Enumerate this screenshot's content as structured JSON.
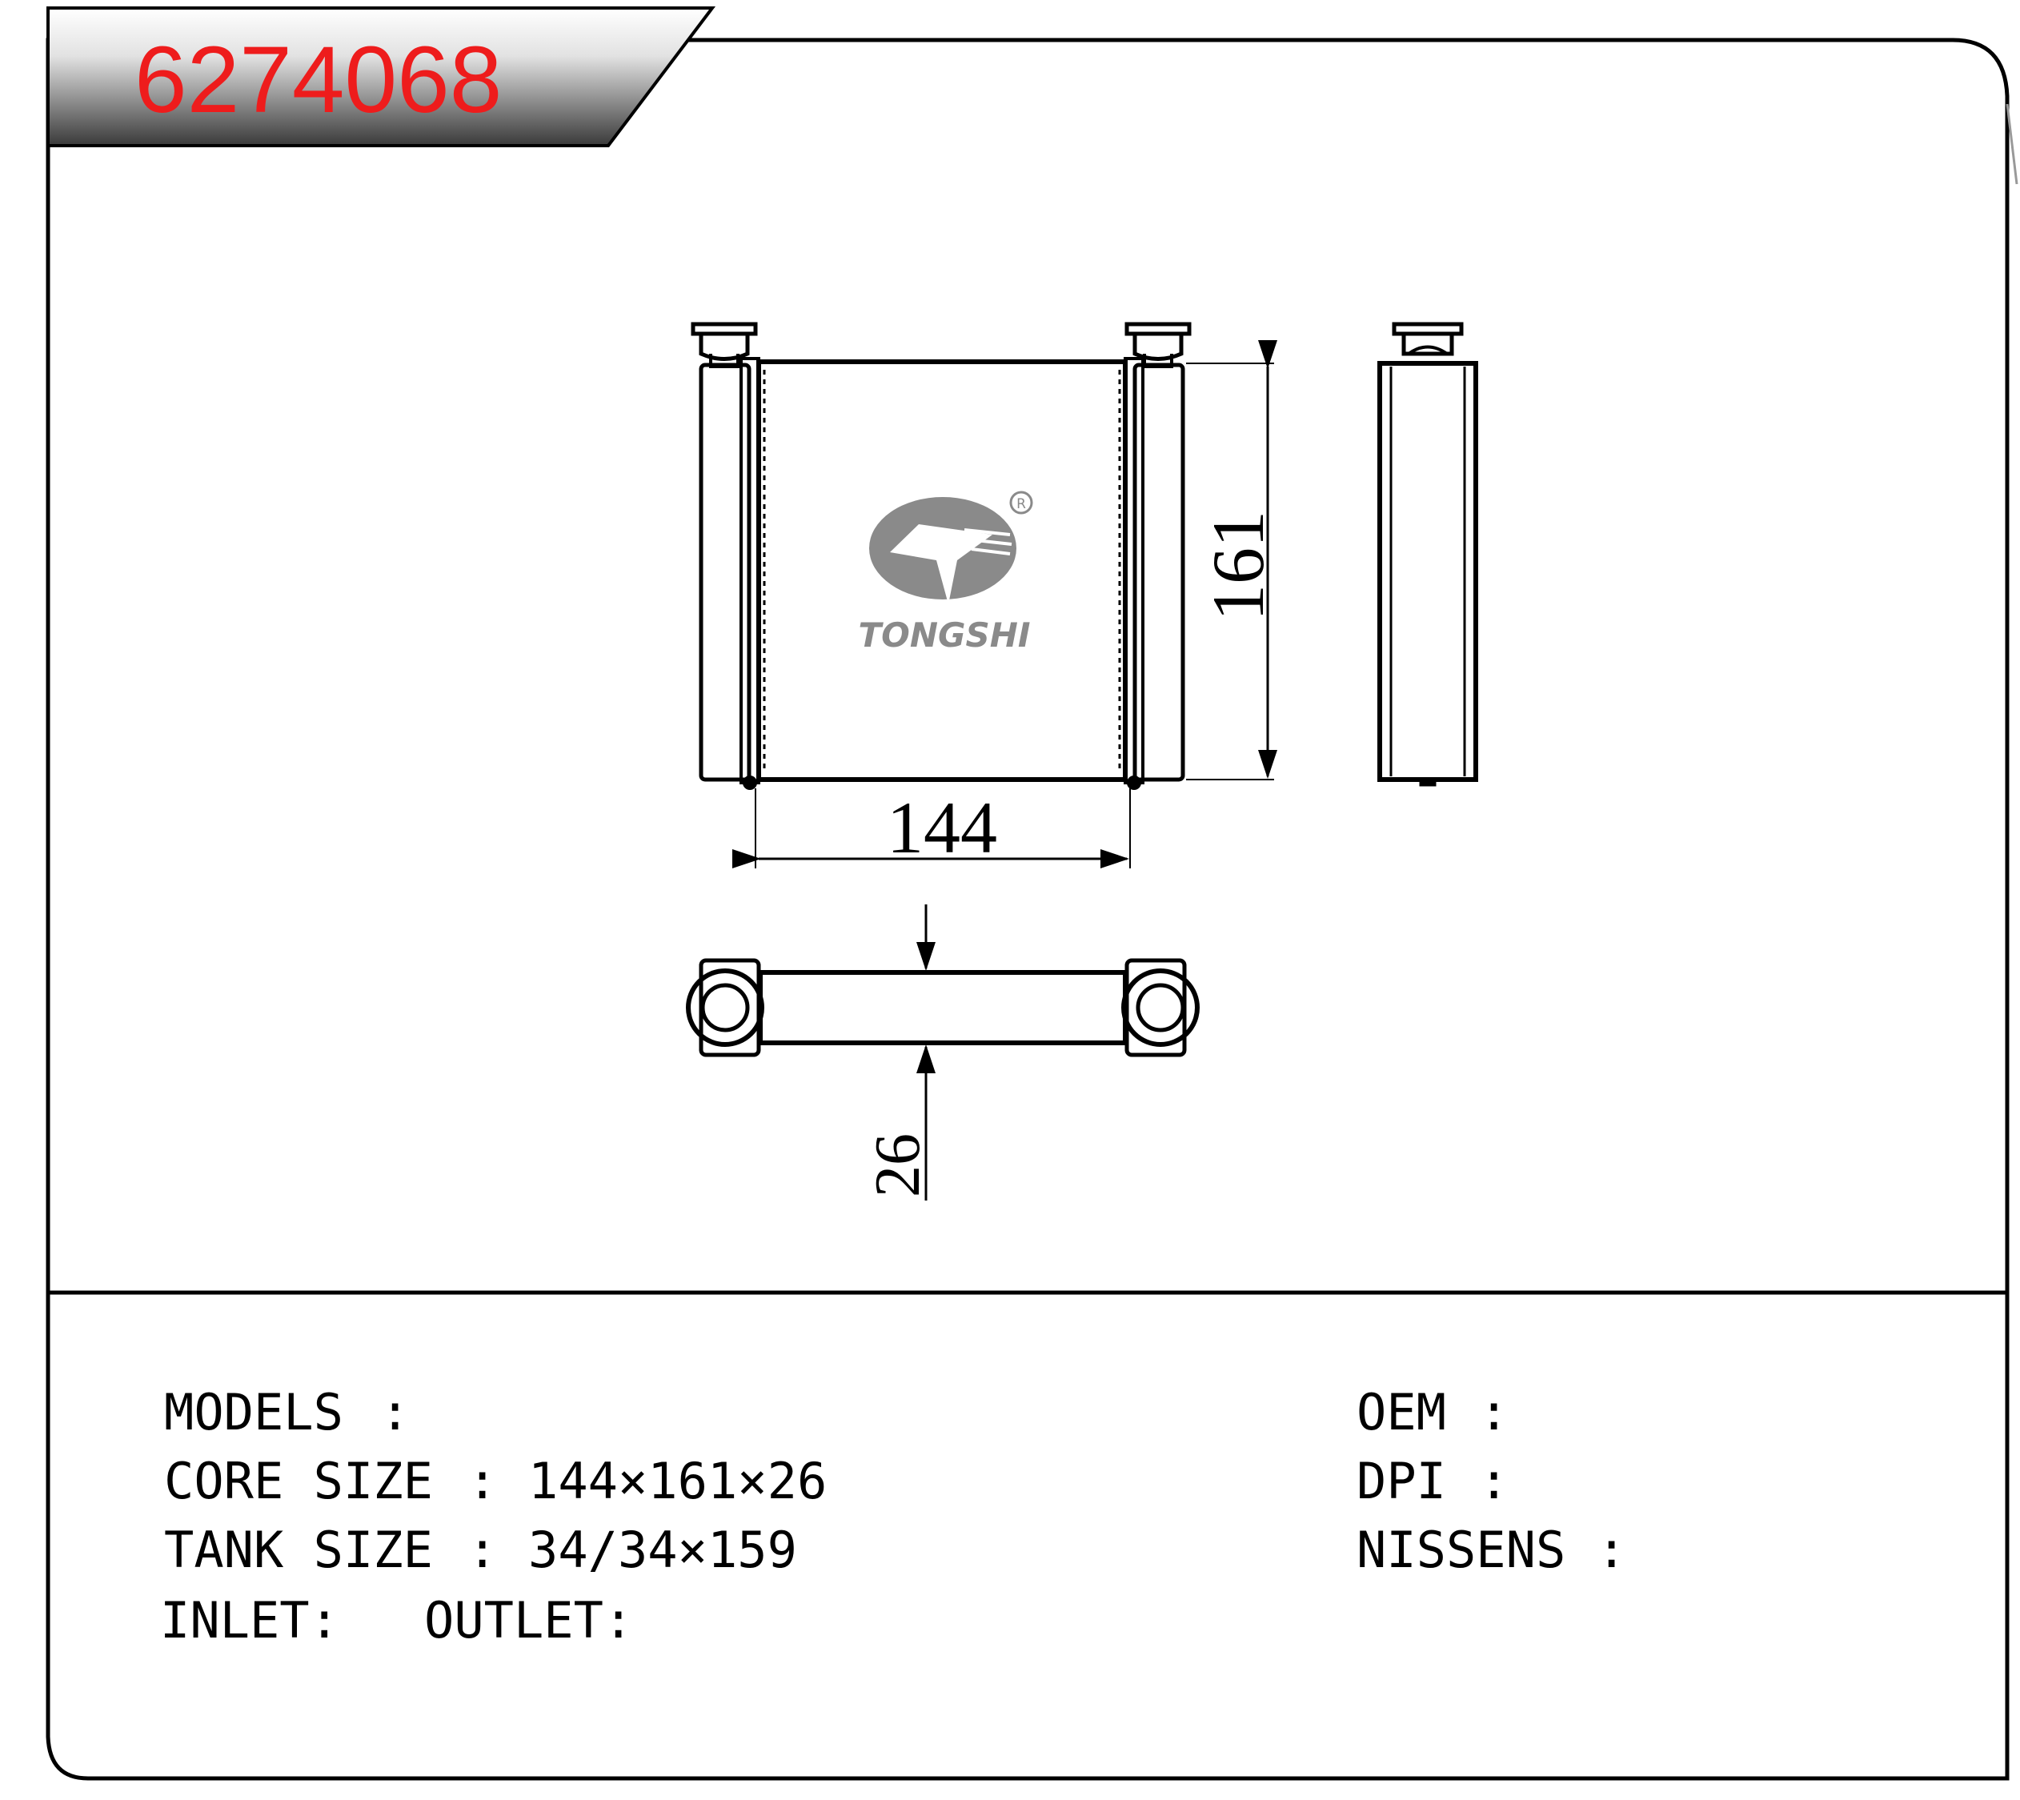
{
  "header": {
    "part_number": "6274068"
  },
  "brand": {
    "logo_name": "TONGSHI",
    "registered_mark": "R"
  },
  "dimensions": {
    "width": "144",
    "height": "161",
    "depth": "26"
  },
  "specs": {
    "left": [
      {
        "label": "MODELS",
        "sep": ":",
        "value": ""
      },
      {
        "label": "CORE SIZE",
        "sep": ":",
        "value": "144×161×26"
      },
      {
        "label": "TANK SIZE",
        "sep": ":",
        "value": "34/34×159"
      }
    ],
    "inlet_label": "INLET:",
    "outlet_label": "OUTLET:",
    "right": [
      {
        "label": "OEM",
        "sep": ":",
        "value": ""
      },
      {
        "label": "DPI",
        "sep": ":",
        "value": ""
      },
      {
        "label": "NISSENS",
        "sep": ":",
        "value": ""
      }
    ]
  },
  "colors": {
    "part_number": "#ee1c1c",
    "line": "#000000",
    "logo": "#8a8a8a"
  }
}
